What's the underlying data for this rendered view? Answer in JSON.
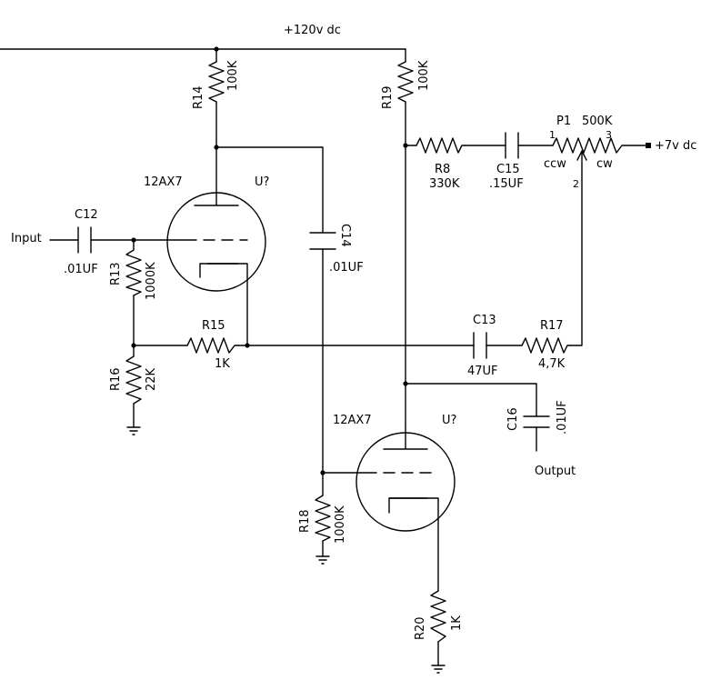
{
  "supply": {
    "hv": "+120v dc",
    "lv": "+7v dc"
  },
  "tubes": {
    "u1_type": "12AX7",
    "u1_ref": "U?",
    "u2_type": "12AX7",
    "u2_ref": "U?"
  },
  "resistors": {
    "r14": {
      "ref": "R14",
      "value": "100K"
    },
    "r19": {
      "ref": "R19",
      "value": "100K"
    },
    "r8": {
      "ref": "R8",
      "value": "330K"
    },
    "r13": {
      "ref": "R13",
      "value": "1000K"
    },
    "r15": {
      "ref": "R15",
      "value": "1K"
    },
    "r16": {
      "ref": "R16",
      "value": "22K"
    },
    "r17": {
      "ref": "R17",
      "value": "4,7K"
    },
    "r18": {
      "ref": "R18",
      "value": "1000K"
    },
    "r20": {
      "ref": "R20",
      "value": "1K"
    }
  },
  "capacitors": {
    "c12": {
      "ref": "C12",
      "value": ".01UF"
    },
    "c14": {
      "ref": "C14",
      "value": ".01UF"
    },
    "c15": {
      "ref": "C15",
      "value": ".15UF"
    },
    "c13": {
      "ref": "C13",
      "value": "47UF"
    },
    "c16": {
      "ref": "C16",
      "value": ".01UF"
    }
  },
  "pot": {
    "ref": "P1",
    "value": "500K",
    "pin1": "1",
    "pin2": "2",
    "pin3": "3",
    "ccw": "ccw",
    "cw": "cw"
  },
  "ports": {
    "input": "Input",
    "output": "Output"
  }
}
